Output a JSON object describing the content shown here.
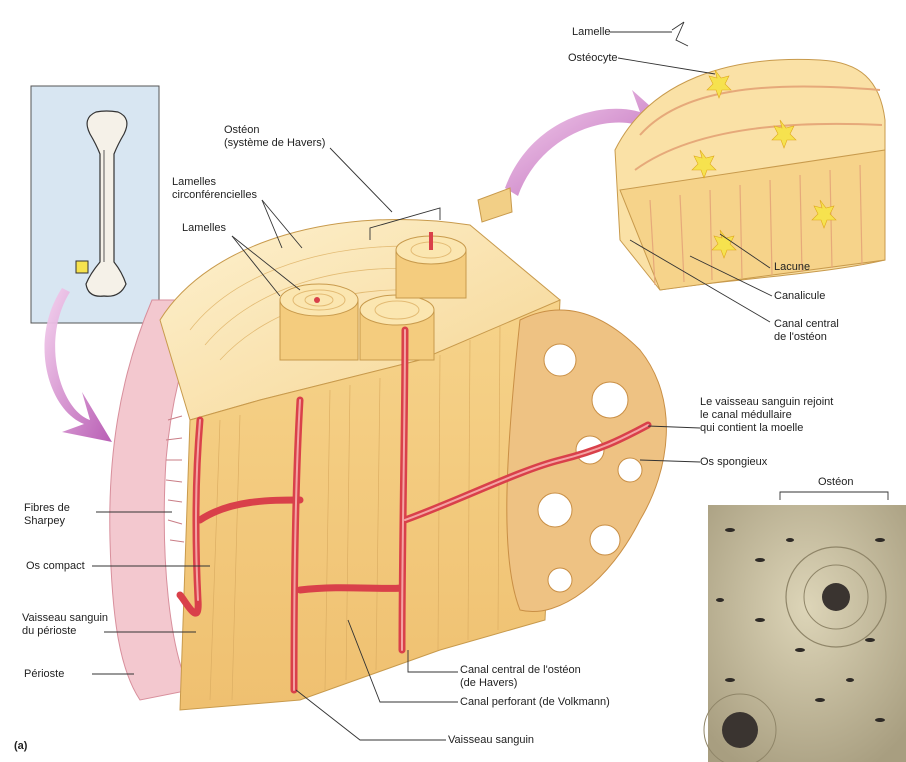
{
  "panel_label": "(a)",
  "labels": {
    "lamelle": "Lamelle",
    "osteocyte": "Ostéocyte",
    "osteon_line1": "Ostéon",
    "osteon_line2": "(système de Havers)",
    "lamelles_circ_line1": "Lamelles",
    "lamelles_circ_line2": "circonférencielles",
    "lamelles": "Lamelles",
    "lacune": "Lacune",
    "canalicule": "Canalicule",
    "canal_central_line1": "Canal central",
    "canal_central_line2": "de l'ostéon",
    "vaisseau_rejoint_line1": "Le vaisseau sanguin rejoint",
    "vaisseau_rejoint_line2": "le canal médullaire",
    "vaisseau_rejoint_line3": "qui contient la moelle",
    "os_spongieux": "Os spongieux",
    "osteon_micro": "Ostéon",
    "fibres_line1": "Fibres de",
    "fibres_line2": "Sharpey",
    "os_compact": "Os compact",
    "vaisseau_periost_line1": "Vaisseau sanguin",
    "vaisseau_periost_line2": "du périoste",
    "perioste": "Périoste",
    "canal_havers_line1": "Canal central de l'ostéon",
    "canal_havers_line2": "(de Havers)",
    "canal_perforant": "Canal perforant (de Volkmann)",
    "vaisseau_sanguin": "Vaisseau sanguin"
  },
  "colors": {
    "bone_light": "#fbe6b0",
    "bone_mid": "#f2cf86",
    "bone_dark": "#d9a75a",
    "vessel": "#d9404a",
    "vessel_light": "#f4a3a3",
    "periosteum": "#f3c8cf",
    "arrow": "#b864b4",
    "inset_bg": "#d8e6f2",
    "micro_bg": "#c9c0a0"
  }
}
